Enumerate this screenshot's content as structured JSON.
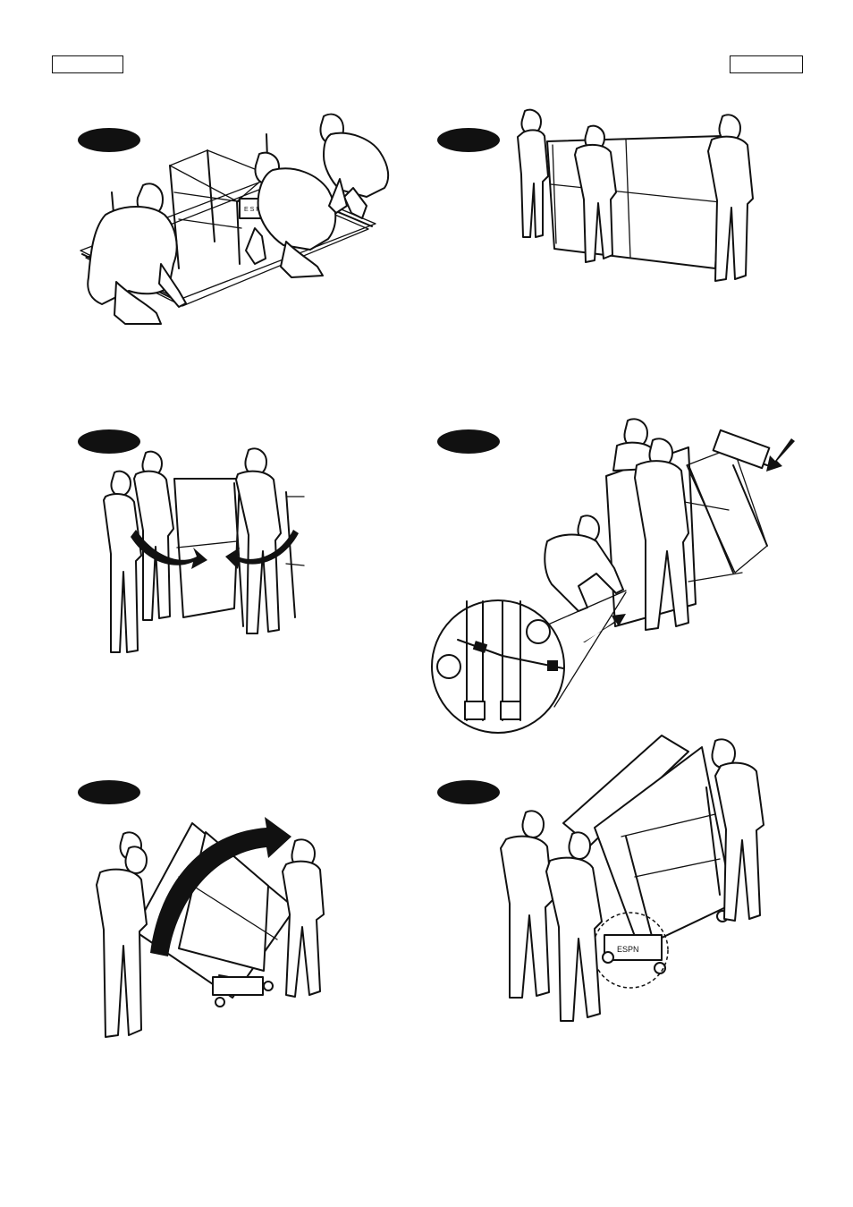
{
  "header": {
    "left_label": "",
    "right_label": ""
  },
  "steps": [
    {
      "id": "step-1",
      "badge": ""
    },
    {
      "id": "step-2",
      "badge": ""
    },
    {
      "id": "step-3",
      "badge": ""
    },
    {
      "id": "step-4",
      "badge": ""
    },
    {
      "id": "step-5",
      "badge": ""
    },
    {
      "id": "step-6",
      "badge": ""
    }
  ],
  "detail_callout": {
    "marker_a": "",
    "marker_b": "",
    "box_a": "",
    "box_b": ""
  },
  "colors": {
    "ink": "#111111",
    "paper": "#ffffff"
  }
}
